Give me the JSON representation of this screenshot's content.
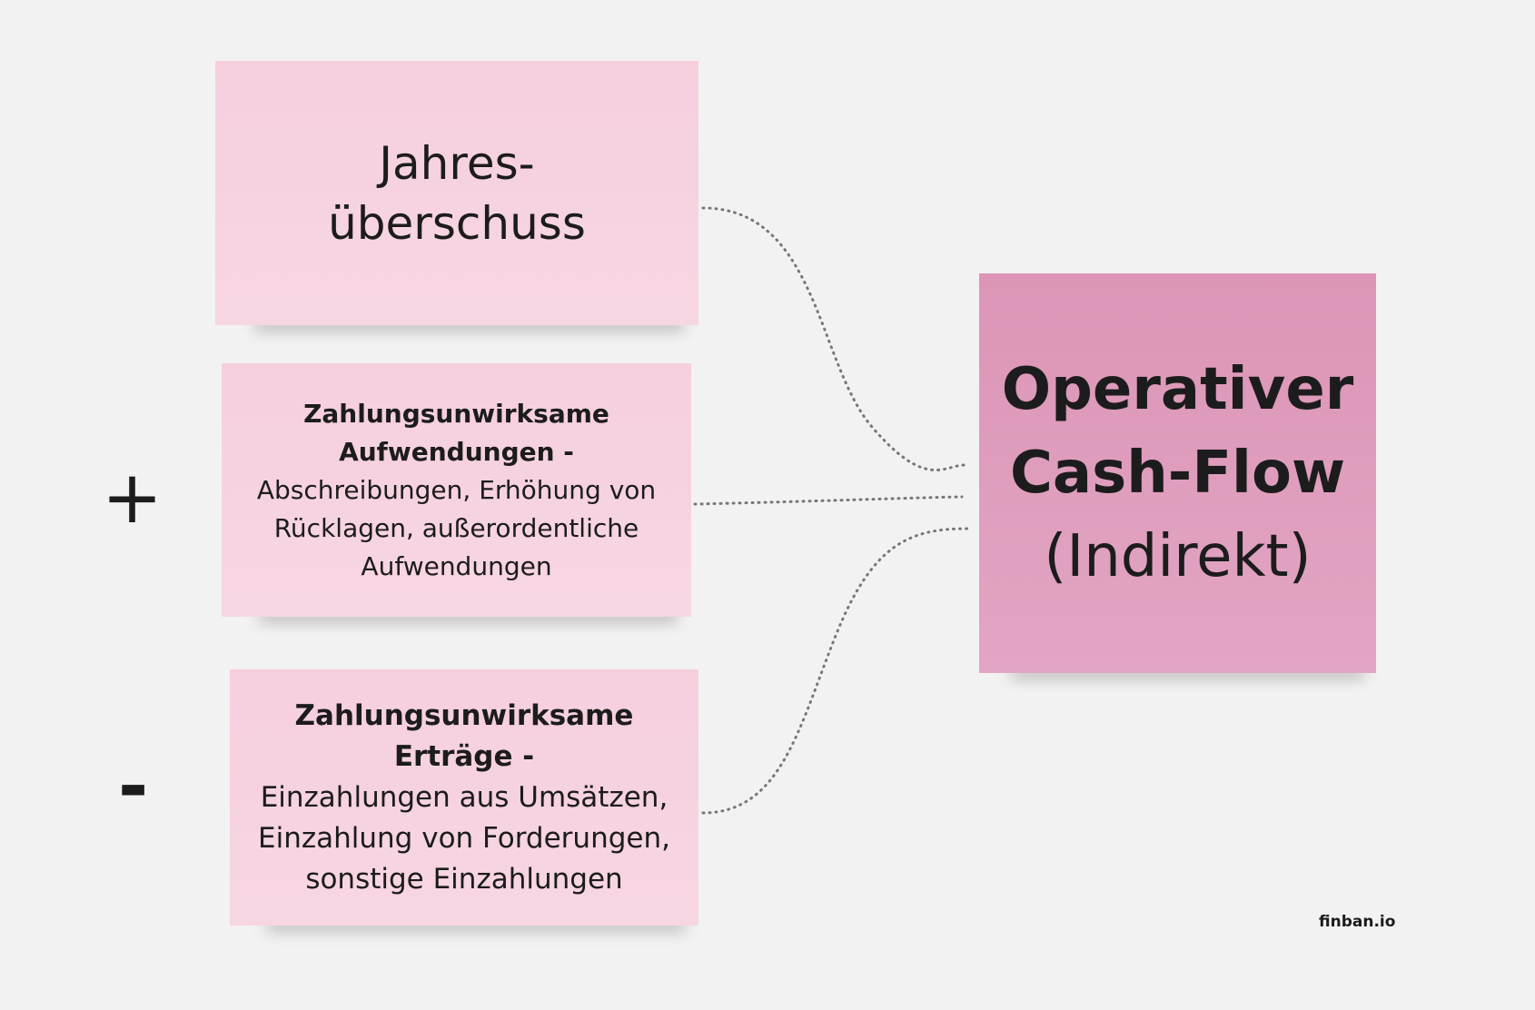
{
  "notes": {
    "net_income": {
      "line1": "Jahres-",
      "line2": "überschuss"
    },
    "non_cash_expenses": {
      "title1": "Zahlungsunwirksame",
      "title2": "Aufwendungen -",
      "line1": "Abschreibungen, Erhöhung von",
      "line2": "Rücklagen, außerordentliche",
      "line3": "Aufwendungen"
    },
    "non_cash_income": {
      "title1": "Zahlungsunwirksame",
      "title2": "Erträge -",
      "line1": "Einzahlungen aus Umsätzen,",
      "line2": "Einzahlung von Forderungen,",
      "line3": "sonstige Einzahlungen"
    },
    "result": {
      "line1": "Operativer",
      "line2": "Cash-Flow",
      "line3": "(Indirekt)"
    }
  },
  "operators": {
    "plus": "+",
    "minus": "-"
  },
  "brand": "finban.io",
  "colors": {
    "background": "#f2f2f2",
    "light_note": "#f6cfdf",
    "result_note": "#dc95b6",
    "connector": "#777777"
  }
}
